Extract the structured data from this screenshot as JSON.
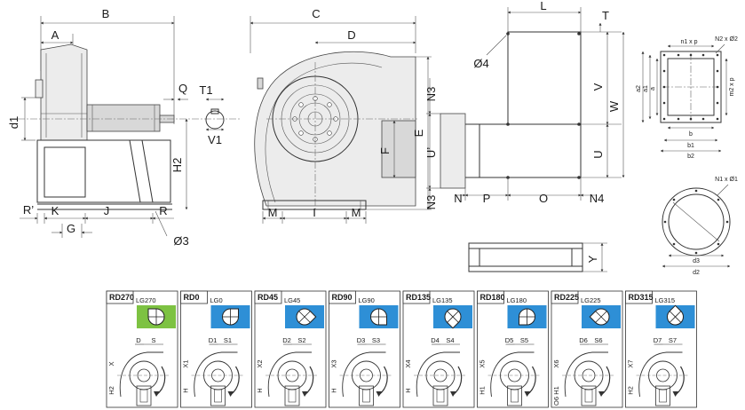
{
  "labels": {
    "B": "B",
    "A": "A",
    "Q": "Q",
    "T1": "T1",
    "d1": "d1",
    "V1": "V1",
    "H2": "H2",
    "Rp": "R’",
    "K": "K",
    "J": "J",
    "R": "R",
    "G": "G",
    "O3": "Ø3",
    "C": "C",
    "D": "D",
    "E": "E",
    "F": "F",
    "I": "I",
    "M": "M",
    "L": "L",
    "T": "T",
    "O4": "Ø4",
    "V": "V",
    "W": "W",
    "N3": "N3",
    "Up": "U’",
    "U": "U",
    "N": "N",
    "P": "P",
    "O": "O",
    "N4": "N4",
    "Y": "Y",
    "n1xp": "n1 x p",
    "N2xO2": "N2 x Ø2",
    "a2": "a2",
    "a1": "a1",
    "a": "a",
    "m2xp": "m2 x p",
    "b": "b",
    "b1": "b1",
    "b2": "b2",
    "N1xO1": "N1 x Ø1",
    "d3": "d3",
    "d2": "d2"
  },
  "orientations": [
    {
      "rd": "RD270",
      "lg": "LG270",
      "color": "#7dc242",
      "w": "D",
      "s": "S",
      "h": "H2",
      "x": "X"
    },
    {
      "rd": "RD0",
      "lg": "LG0",
      "color": "#2e8fd6",
      "w": "D1",
      "s": "S1",
      "h": "H",
      "x": "X1"
    },
    {
      "rd": "RD45",
      "lg": "LG45",
      "color": "#2e8fd6",
      "w": "D2",
      "s": "S2",
      "h": "H",
      "x": "X2"
    },
    {
      "rd": "RD90",
      "lg": "LG90",
      "color": "#2e8fd6",
      "w": "D3",
      "s": "S3",
      "h": "H",
      "x": "X3"
    },
    {
      "rd": "RD135",
      "lg": "LG135",
      "color": "#2e8fd6",
      "w": "D4",
      "s": "S4",
      "h": "H",
      "x": "X4"
    },
    {
      "rd": "RD180",
      "lg": "LG180",
      "color": "#2e8fd6",
      "w": "D5",
      "s": "S5",
      "h": "H1",
      "x": "X5"
    },
    {
      "rd": "RD225",
      "lg": "LG225",
      "color": "#2e8fd6",
      "w": "D6",
      "s": "S6",
      "h": "H1",
      "h2": "O6",
      "x": "X6"
    },
    {
      "rd": "RD315",
      "lg": "LG315",
      "color": "#2e8fd6",
      "w": "D7",
      "s": "S7",
      "h": "H2",
      "x": "X7"
    }
  ]
}
